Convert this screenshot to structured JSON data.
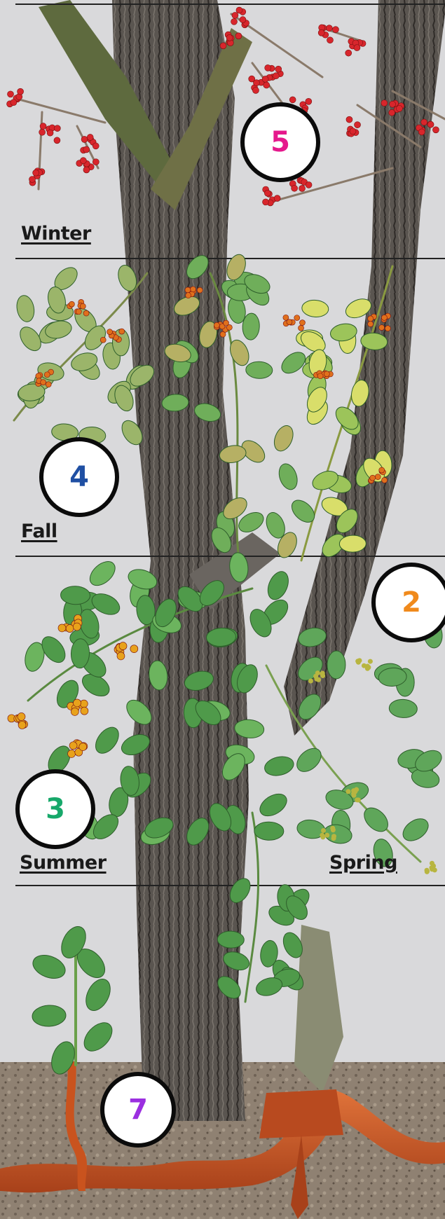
{
  "seasons": {
    "winter": "Winter",
    "fall": "Fall",
    "summer": "Summer",
    "spring": "Spring"
  },
  "badges": {
    "winter": "5",
    "fall": "4",
    "spring": "2",
    "summer": "3",
    "roots": "7"
  },
  "colors": {
    "background": "#d9d9db",
    "badge_winter": "#e5198c",
    "badge_fall": "#1f4fa3",
    "badge_spring": "#f08a1c",
    "badge_summer": "#17a86a",
    "badge_roots": "#9b2fe0",
    "berry_red": "#d8262c",
    "berry_orange": "#e0701c",
    "leaf_green": "#4f9a4a",
    "root_orange": "#c9531e"
  }
}
